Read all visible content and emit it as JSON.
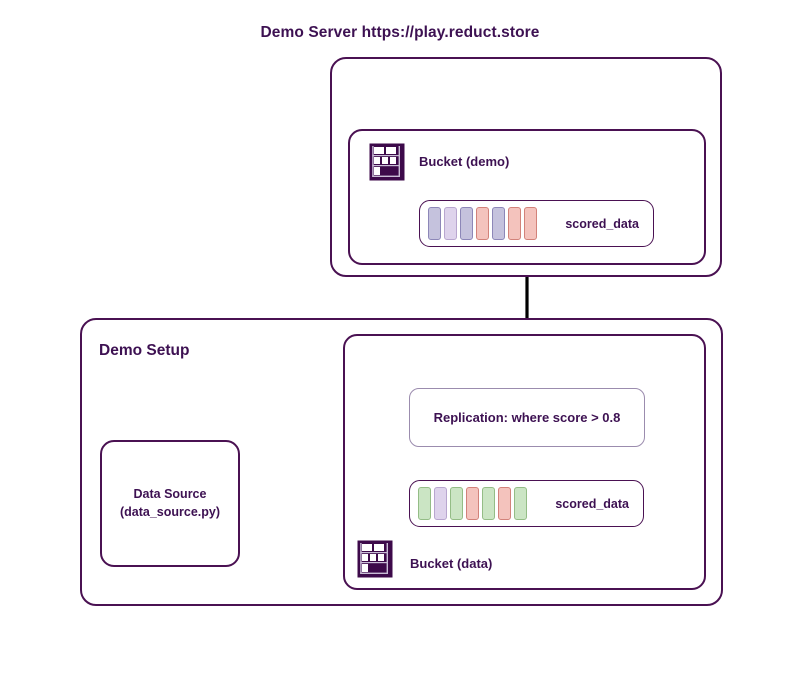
{
  "diagram": {
    "title_visible": false,
    "colors": {
      "stroke_dark": "#4a1152",
      "text": "#3d1152",
      "replication_stroke": "#9b8cae",
      "bar_purple_fill": "#c5c2dd",
      "bar_purple_stroke": "#8d87b8",
      "bar_lavender_fill": "#ded3ec",
      "bar_lavender_stroke": "#b8a6cf",
      "bar_pink_fill": "#f4c3bd",
      "bar_pink_stroke": "#d2827a",
      "bar_green_fill": "#cbe5c4",
      "bar_green_stroke": "#94bd86",
      "arrow_black": "#000000",
      "arrow_gray": "#555566"
    }
  },
  "server_group": {
    "title": "Demo Server https://play.reduct.store",
    "bucket": {
      "icon": "bucket-rack-icon",
      "label": "Bucket (demo)",
      "strip": {
        "label": "scored_data",
        "bars": [
          {
            "kind": "purple"
          },
          {
            "kind": "lavender"
          },
          {
            "kind": "purple"
          },
          {
            "kind": "pink"
          },
          {
            "kind": "purple"
          },
          {
            "kind": "pink"
          },
          {
            "kind": "pink"
          }
        ]
      }
    }
  },
  "setup_group": {
    "title": "Demo Setup",
    "data_source": {
      "line1": "Data Source",
      "line2": "(data_source.py)"
    },
    "bucket": {
      "icon": "bucket-rack-icon",
      "label": "Bucket (data)",
      "strip": {
        "label": "scored_data",
        "bars": [
          {
            "kind": "green"
          },
          {
            "kind": "lavender"
          },
          {
            "kind": "green"
          },
          {
            "kind": "pink"
          },
          {
            "kind": "green"
          },
          {
            "kind": "pink"
          },
          {
            "kind": "green"
          }
        ]
      }
    },
    "replication": {
      "label": "Replication: where score > 0.8"
    }
  },
  "edges": [
    {
      "name": "data-source-to-bucket-data",
      "style": "solid-black-arrow"
    },
    {
      "name": "bucket-data-to-replication",
      "style": "solid-gray-arrow"
    },
    {
      "name": "replication-to-bucket-demo",
      "style": "thick-black-arrow"
    }
  ]
}
